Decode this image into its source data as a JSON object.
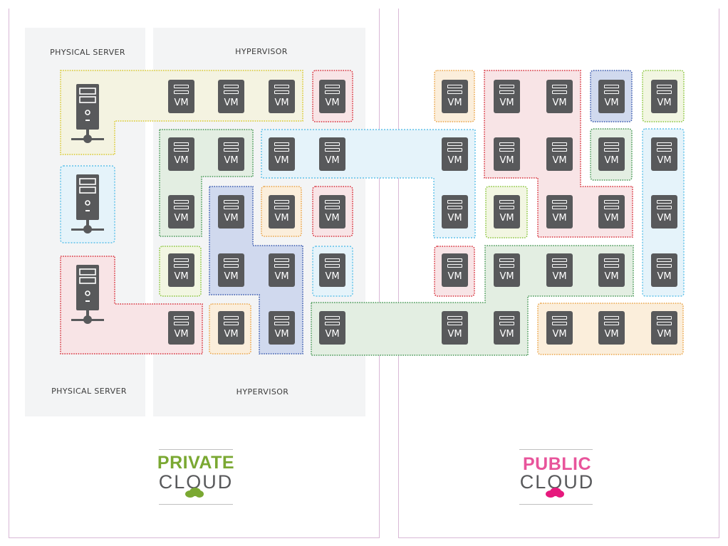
{
  "private_cloud": {
    "label_physical_server_top": "PHYSICAL SERVER",
    "label_hypervisor_top": "HYPERVISOR",
    "label_physical_server_bottom": "PHYSICAL SERVER",
    "label_hypervisor_bottom": "HYPERVISOR",
    "logo_top": "PRIVATE",
    "logo_bottom": "CLOUD",
    "logo_color": "#7aa832"
  },
  "public_cloud": {
    "logo_top": "PUBLIC",
    "logo_bottom": "CLOUD",
    "logo_color": "#e8549b"
  },
  "vm_label": "VM",
  "colors": {
    "yellow": "#d9c92f",
    "red": "#d8323d",
    "green": "#4a9a58",
    "blue": "#3a5aae",
    "lightblue": "#45b8e6",
    "orange": "#eba54a",
    "lime": "#8cc63f"
  },
  "icons": [
    "physical-server-icon",
    "vm-icon",
    "cloud-icon"
  ]
}
